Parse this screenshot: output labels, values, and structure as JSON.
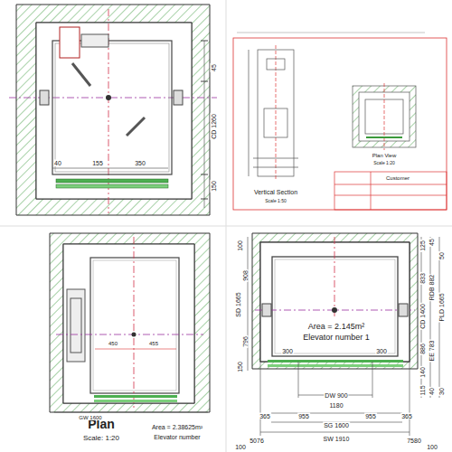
{
  "diagram": {
    "labels": [
      "45",
      "CD 1260",
      "150",
      "40",
      "155",
      "350",
      "Vertical Section",
      "Scale 1:50",
      "Plan View",
      "Scale 1:20",
      "Customer",
      "Plan",
      "Scale: 1:20",
      "Area = 2.38625m²",
      "Elevator number",
      "GW 1600",
      "450",
      "455",
      "Area = 2.145m²",
      "Elevator number 1",
      "100",
      "908",
      "SD 1665",
      "796",
      "150",
      "125",
      "45",
      "50",
      "CD 1400",
      "RDB 882",
      "PLD 1665",
      "833",
      "886",
      "EE 783",
      "140",
      "115",
      "40",
      "30",
      "300",
      "300",
      "DW 900",
      "1180",
      "365",
      "955",
      "955",
      "365",
      "SG 1600",
      "SW 1910",
      "5076",
      "7580",
      "100",
      "100"
    ]
  }
}
